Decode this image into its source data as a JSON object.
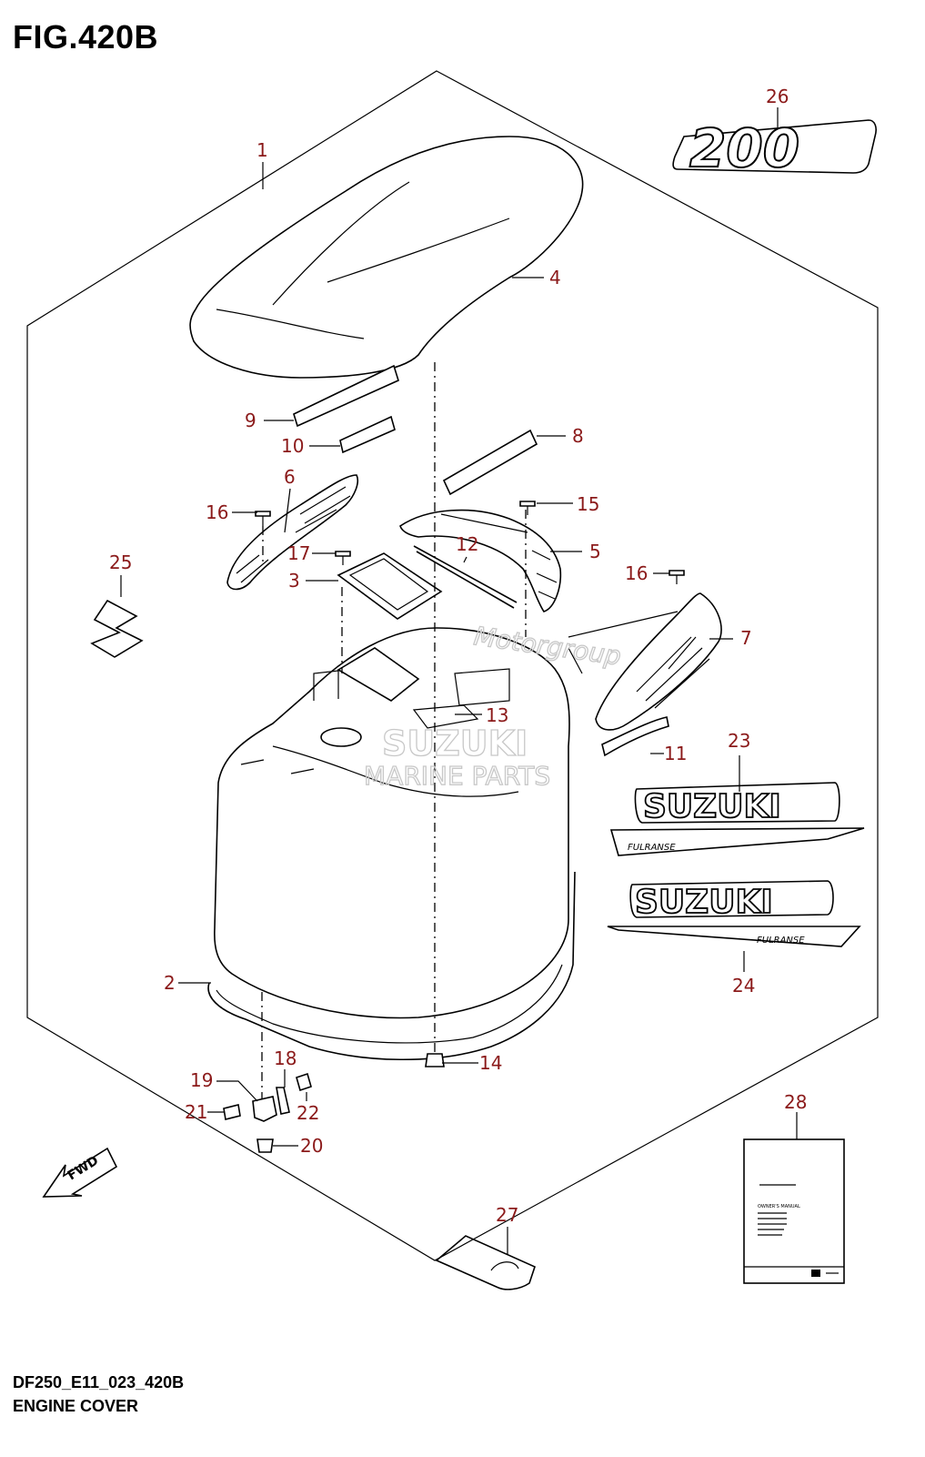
{
  "figure": {
    "title": "FIG.420B",
    "code": "DF250_E11_023_420B",
    "name": "ENGINE COVER"
  },
  "callouts": [
    "1",
    "2",
    "3",
    "4",
    "5",
    "6",
    "7",
    "8",
    "9",
    "10",
    "11",
    "12",
    "13",
    "14",
    "15",
    "16",
    "16",
    "17",
    "18",
    "19",
    "20",
    "21",
    "22",
    "23",
    "24",
    "25",
    "26",
    "27",
    "28"
  ],
  "decals": {
    "model_number": "200",
    "brand": "SUZUKI",
    "brand_lower": "SUZUKI",
    "stripe_text": "FULRANSE",
    "fwd": "FWD"
  },
  "manual": {
    "title": "OWNER'S MANUAL"
  },
  "watermark": {
    "line1": "Motorgroup",
    "line2": "SUZUKI",
    "line3": "MARINE PARTS"
  },
  "colors": {
    "callout": "#8b1a1a",
    "line": "#000000",
    "watermark": "#c8c8c8"
  }
}
